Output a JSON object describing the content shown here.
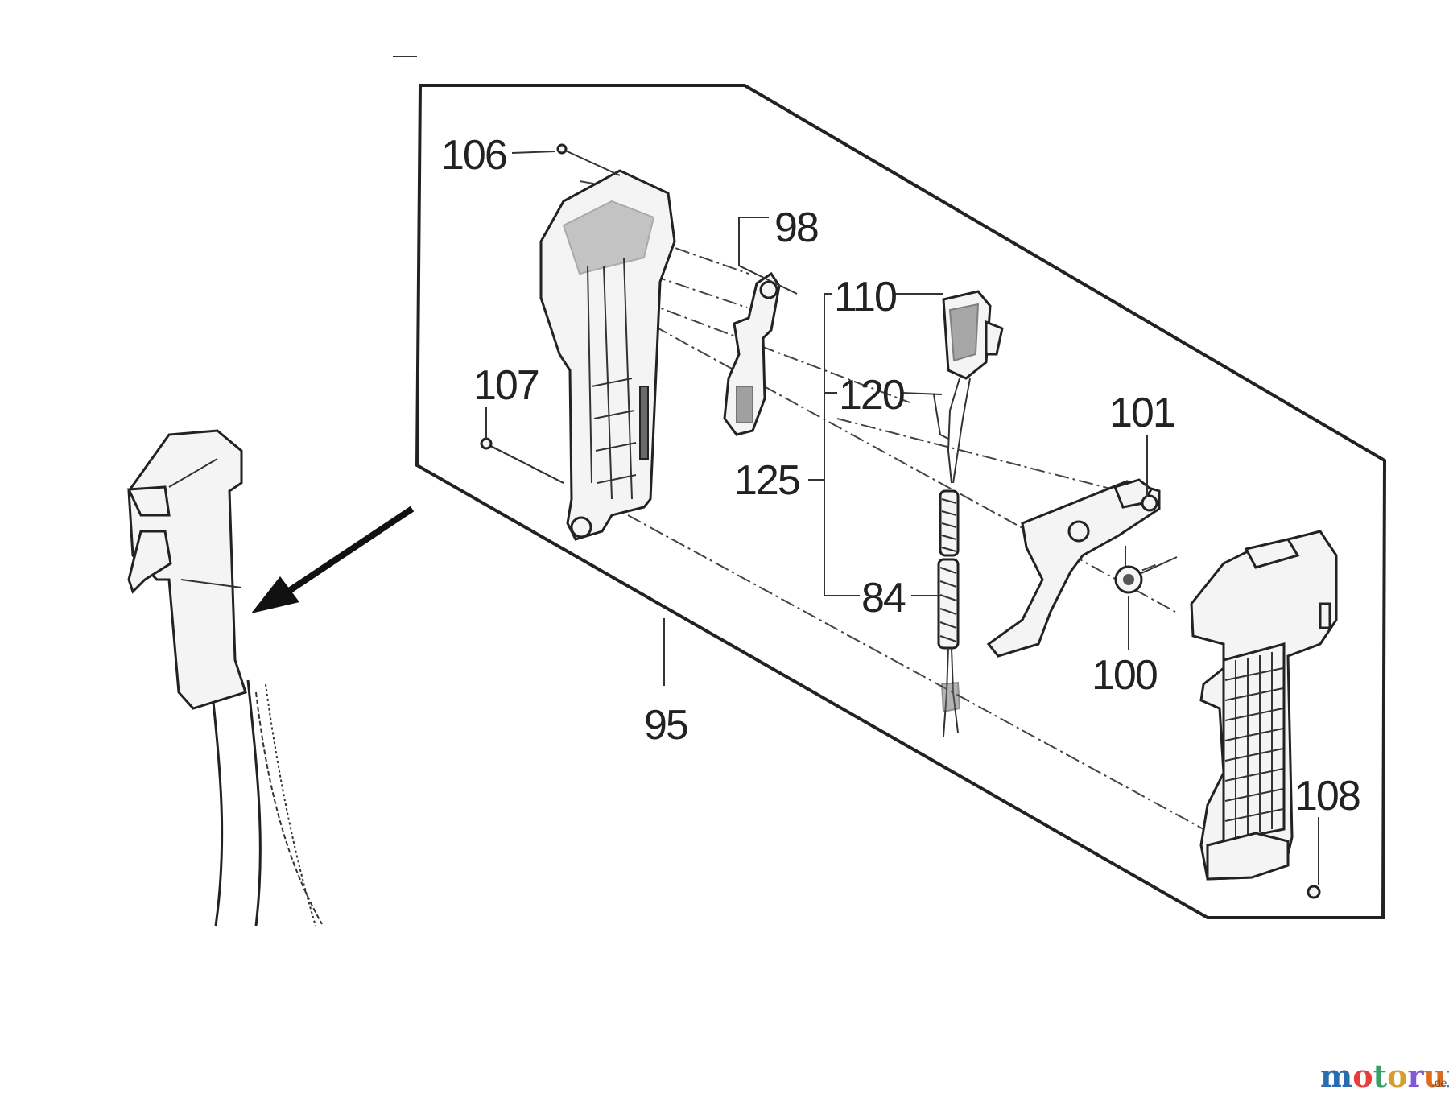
{
  "diagram": {
    "labels": {
      "p84": "84",
      "p95": "95",
      "p98": "98",
      "p100": "100",
      "p101": "101",
      "p106": "106",
      "p107": "107",
      "p108": "108",
      "p110": "110",
      "p120": "120",
      "p125": "125"
    }
  },
  "watermark": {
    "letters": [
      "m",
      "o",
      "t",
      "o",
      "r",
      "u",
      "f"
    ],
    "colors": [
      "#2b6cb0",
      "#e53e3e",
      "#38a169",
      "#d69e2e",
      "#805ad5",
      "#dd6b20",
      "#3182ce"
    ],
    "tld": ".de"
  }
}
